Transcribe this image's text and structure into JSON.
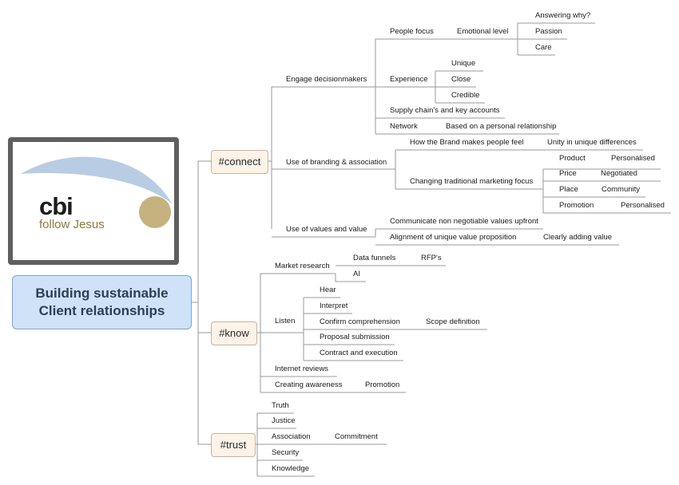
{
  "logo": {
    "name": "cbi",
    "tagline": "follow Jesus"
  },
  "central": {
    "line1": "Building sustainable",
    "line2": "Client relationships"
  },
  "hubs": {
    "connect": "#connect",
    "know": "#know",
    "trust": "#trust"
  },
  "connect": {
    "engage": {
      "label": "Engage decisionmakers",
      "people_focus": "People focus",
      "emotional_level": "Emotional level",
      "answering_why": "Answering why?",
      "passion": "Passion",
      "care": "Care",
      "experience": "Experience",
      "unique": "Unique",
      "close": "Close",
      "credible": "Credible",
      "supply_chains": "Supply chain's and key accounts",
      "network": "Network",
      "personal_relationship": "Based on a personal relationship"
    },
    "branding": {
      "label": "Use of branding & association",
      "how_brand": "How the Brand makes people feel",
      "unity": "Unity in unique differences",
      "changing": "Changing traditional marketing focus",
      "product": "Product",
      "personalised_1": "Personalised",
      "price": "Price",
      "negotiated": "Negotiated",
      "place": "Place",
      "community": "Community",
      "promotion": "Promotion",
      "personalised_2": "Personalised"
    },
    "values": {
      "label": "Use of values and value",
      "communicate": "Communicate non negotiable values upfront",
      "alignment": "Alignment of unique value proposition",
      "clearly": "Clearly adding value"
    }
  },
  "know": {
    "market_research": "Market research",
    "data_funnels": "Data funnels",
    "rfps": "RFP's",
    "ai": "AI",
    "listen": "Listen",
    "hear": "Hear",
    "interpret": "Interpret",
    "confirm": "Confirm comprehension",
    "scope": "Scope definition",
    "proposal": "Proposal submission",
    "contract": "Contract and execution",
    "internet_reviews": "Internet reviews",
    "creating_awareness": "Creating awareness",
    "promotion": "Promotion"
  },
  "trust": {
    "truth": "Truth",
    "justice": "Justice",
    "association": "Association",
    "commitment": "Commitment",
    "security": "Security",
    "knowledge": "Knowledge"
  },
  "colors": {
    "central_fill": "#cfe2f7",
    "central_border": "#7aa6d6",
    "hub_fill": "#fdf3e8",
    "hub_border": "#c9b49a",
    "connector": "#9a9a9a",
    "logo_swoosh": "#b8cde3",
    "logo_dot": "#c4b37e"
  }
}
